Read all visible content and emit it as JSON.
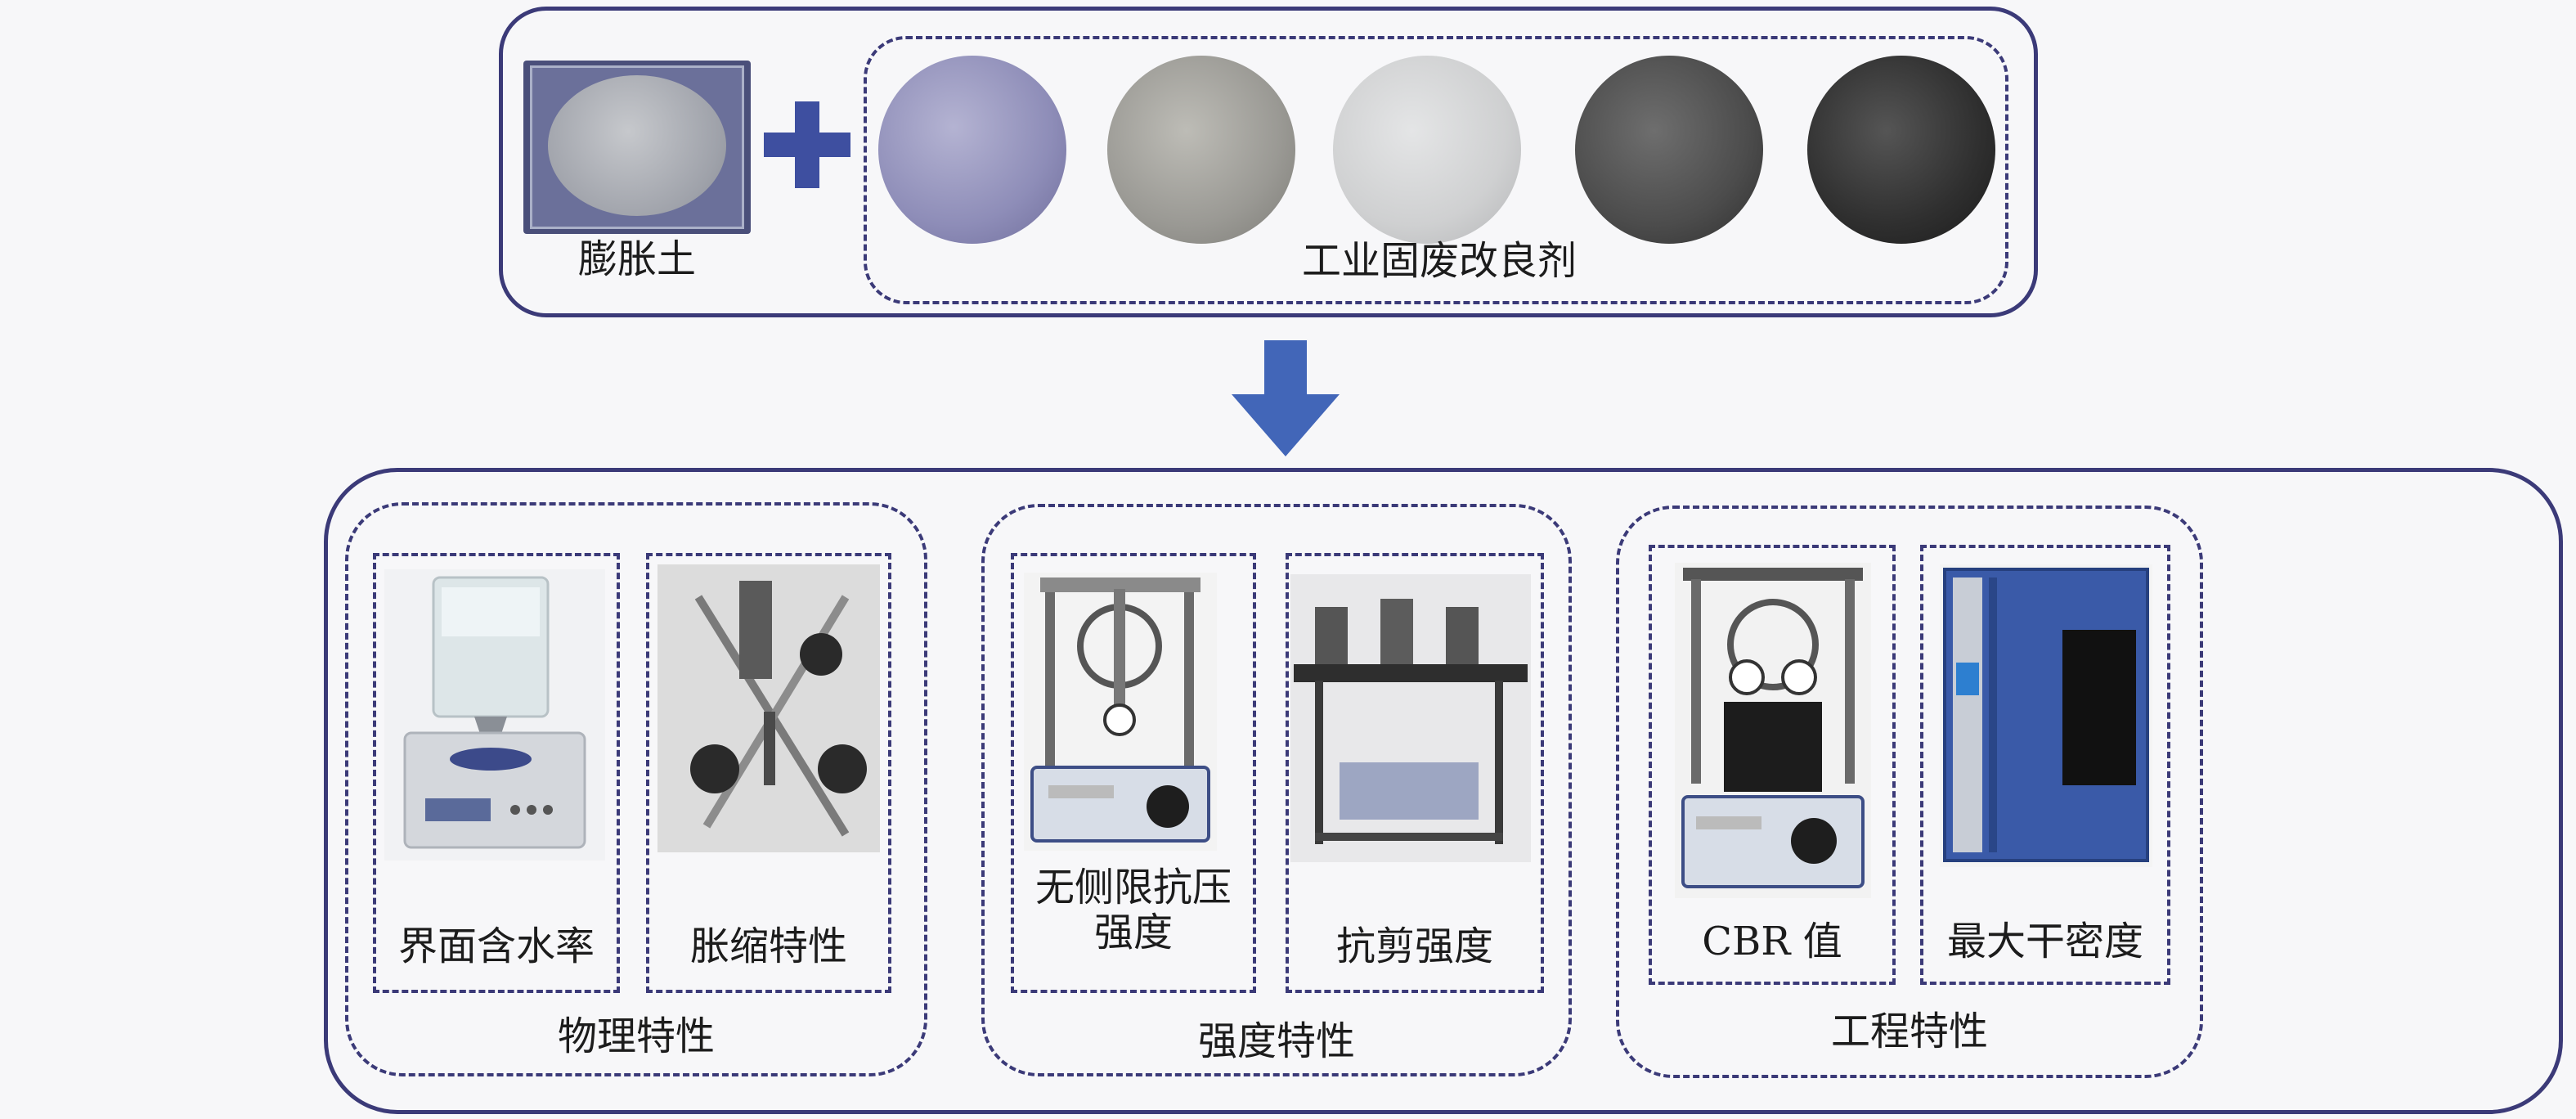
{
  "top": {
    "soil_label": "膨胀土",
    "additive_label": "工业固废改良剂",
    "plus_symbol": "+",
    "sample_colors": [
      "#8e8db8",
      "#9a9994",
      "#cfd0d1",
      "#4c4c4c",
      "#2f2f2f"
    ]
  },
  "groups": [
    {
      "title": "物理特性",
      "items": [
        {
          "label": "界面含水率"
        },
        {
          "label": "胀缩特性"
        }
      ]
    },
    {
      "title": "强度特性",
      "items": [
        {
          "label": "无侧限抗压强度"
        },
        {
          "label": "抗剪强度"
        }
      ]
    },
    {
      "title": "工程特性",
      "items": [
        {
          "label": "CBR 值"
        },
        {
          "label": "最大干密度"
        }
      ]
    }
  ],
  "colors": {
    "frame": "#3b3a78",
    "arrow": "#4266b8",
    "plus": "#3e4fa0"
  }
}
